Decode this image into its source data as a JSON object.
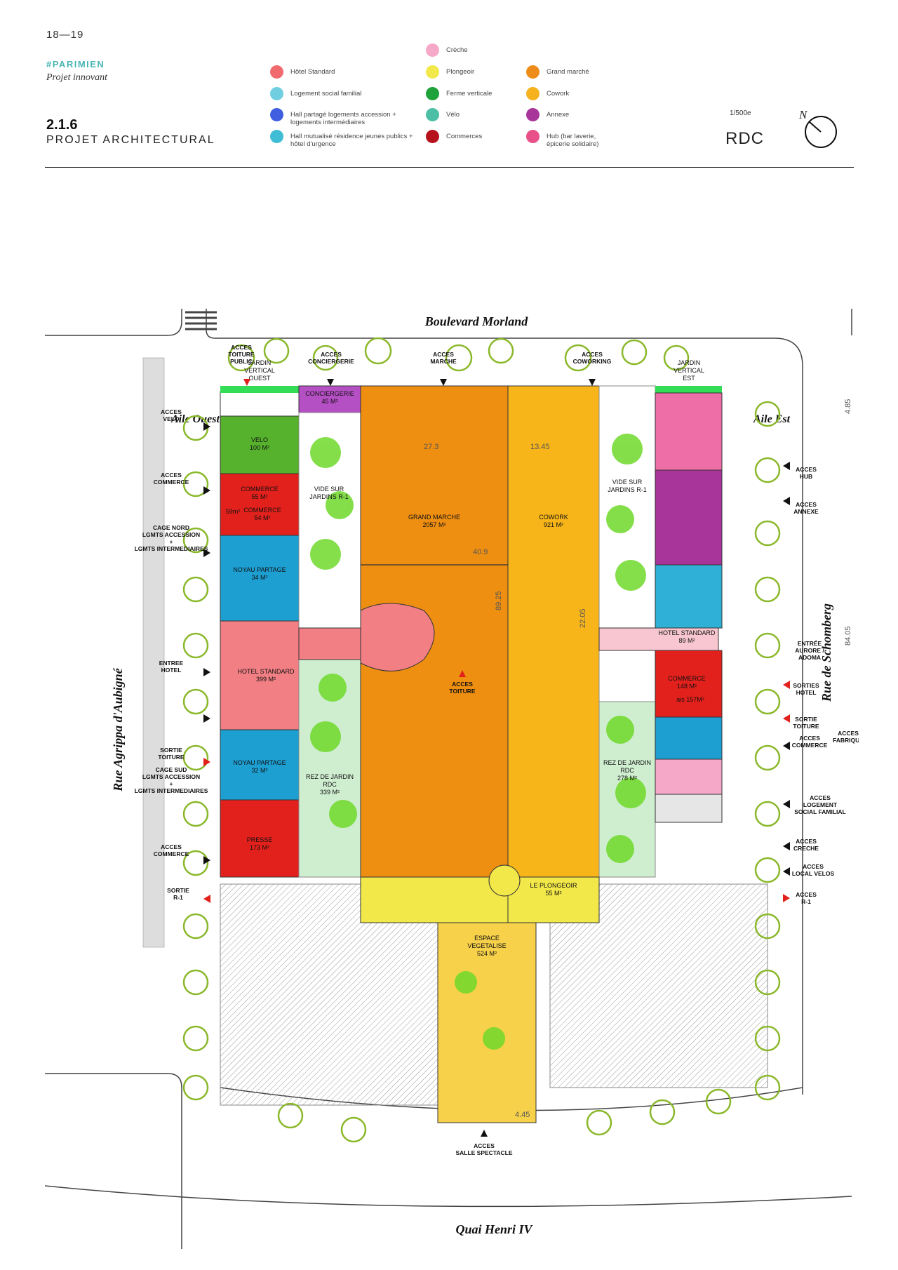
{
  "header": {
    "page_number": "18—19",
    "tag": "#PARIMIEN",
    "subtitle": "Projet innovant",
    "section_number": "2.1.6",
    "section_title": "PROJET ARCHITECTURAL",
    "scale": "1/500e",
    "level": "RDC",
    "north": "N"
  },
  "legend": [
    {
      "label": "Hôtel Standard",
      "color": "#f06a6e"
    },
    {
      "label": "Logement social familial",
      "color": "#6fcfe0"
    },
    {
      "label": "Hall partagé logements accession + logements intermédiaires",
      "color": "#3f5fe0"
    },
    {
      "label": "Hall mutualisé résidence jeunes publics + hôtel d'urgence",
      "color": "#3fbdd5"
    },
    {
      "label": "Crèche",
      "color": "#f5a8c8"
    },
    {
      "label": "Plongeoir",
      "color": "#f2e84a"
    },
    {
      "label": "Ferme verticale",
      "color": "#1ea23a"
    },
    {
      "label": "Vélo",
      "color": "#4dbfa6"
    },
    {
      "label": "Commerces",
      "color": "#b5121b"
    },
    {
      "label": "Grand marché",
      "color": "#ee8c1a"
    },
    {
      "label": "Cowork",
      "color": "#f6b21c"
    },
    {
      "label": "Annexe",
      "color": "#a8359a"
    },
    {
      "label": "Hub (bar laverie, épicerie solidaire)",
      "color": "#e8508a"
    }
  ],
  "plan": {
    "streets": {
      "north": "Boulevard Morland",
      "south": "Quai Henri IV",
      "west": "Rue Agrippa d'Aubigné",
      "east": "Rue de Schomberg"
    },
    "wings": {
      "west": "Aile Ouest",
      "east": "Aile Est"
    },
    "rooms": {
      "velo": "VELO\n100 M²",
      "commerce1": "COMMERCE\n55 M²",
      "commerce2": "COMMERCE\n54 M²",
      "commerce2b": "59m²",
      "noyau_nord": "NOYAU PARTAGE\n34 M²",
      "hotel_standard_w": "HOTEL STANDARD\n399 M²",
      "noyau_sud": "NOYAU PARTAGE\n32 M²",
      "presse": "PRESSE\n173 M²",
      "conciergerie": "CONCIERGERIE\n45 M²",
      "grand_marche": "GRAND MARCHE\n2057 M²",
      "cowork": "COWORK\n921 M²",
      "rez_jardin_w": "REZ DE JARDIN\nRDC\n339 M²",
      "rez_jardin_e": "REZ DE JARDIN\nRDC\n278 M²",
      "vide_w": "VIDE SUR\nJARDINS R-1",
      "vide_e": "VIDE SUR\nJARDINS R-1",
      "hotel_standard_e": "HOTEL STANDARD\n89 M²",
      "commerce_e": "COMMERCE\n148 M²",
      "commerce_e2": "ais 157M²",
      "plongeoir": "LE PLONGEOIR\n55 M²",
      "espace_veg": "ESPACE\nVEGETALISE\n524 M²",
      "jardin_w": "JARDIN\nVERTICAL\nOUEST",
      "jardin_e": "JARDIN\nVERTICAL\nEST"
    },
    "access": {
      "toiture_public": "ACCES\nTOITURE\nPUBLIC",
      "conciergerie": "ACCES\nCONCIERGERIE",
      "marche": "ACCES\nMARCHE",
      "coworking": "ACCES\nCOWORKING",
      "velo": "ACCES\nVELO",
      "commerce_w1": "ACCES\nCOMMERCE",
      "cage_nord": "CAGE NORD\nLGMTS ACCESSION\n+\nLGMTS INTERMEDIAIRES",
      "entree_hotel": "ENTREE\nHOTEL",
      "sortie_toiture_w": "SORTIE\nTOITURE",
      "cage_sud": "CAGE SUD\nLGMTS ACCESSION\n+\nLGMTS INTERMEDIAIRES",
      "commerce_w2": "ACCES\nCOMMERCE",
      "sortie_r1": "SORTIE\nR-1",
      "toiture": "ACCES\nTOITURE",
      "hub": "ACCES\nHUB",
      "annexe": "ACCES\nANNEXE",
      "aurore": "ENTRÉE\nAURORE /\nADOMA",
      "sorties_hotel": "SORTIES\nHOTEL",
      "sortie_toiture_e": "SORTIE\nTOITURE",
      "commerce_e": "ACCES\nCOMMERCE",
      "fabrique": "ACCES\nFABRIQUE",
      "logement_social": "ACCES\nLOGEMENT\nSOCIAL FAMILIAL",
      "creche": "ACCES\nCRECHE",
      "local_velos": "ACCES\nLOCAL VELOS",
      "acces_r1": "ACCES\nR-1",
      "salle_spectacle": "ACCES\nSALLE SPECTACLE"
    },
    "dimensions": {
      "d1": "27.3",
      "d2": "13.45",
      "d3": "40.9",
      "d4": "89.25",
      "d5": "22.05",
      "d6": "4.85",
      "d7": "84.05",
      "d8": "4.45"
    }
  }
}
